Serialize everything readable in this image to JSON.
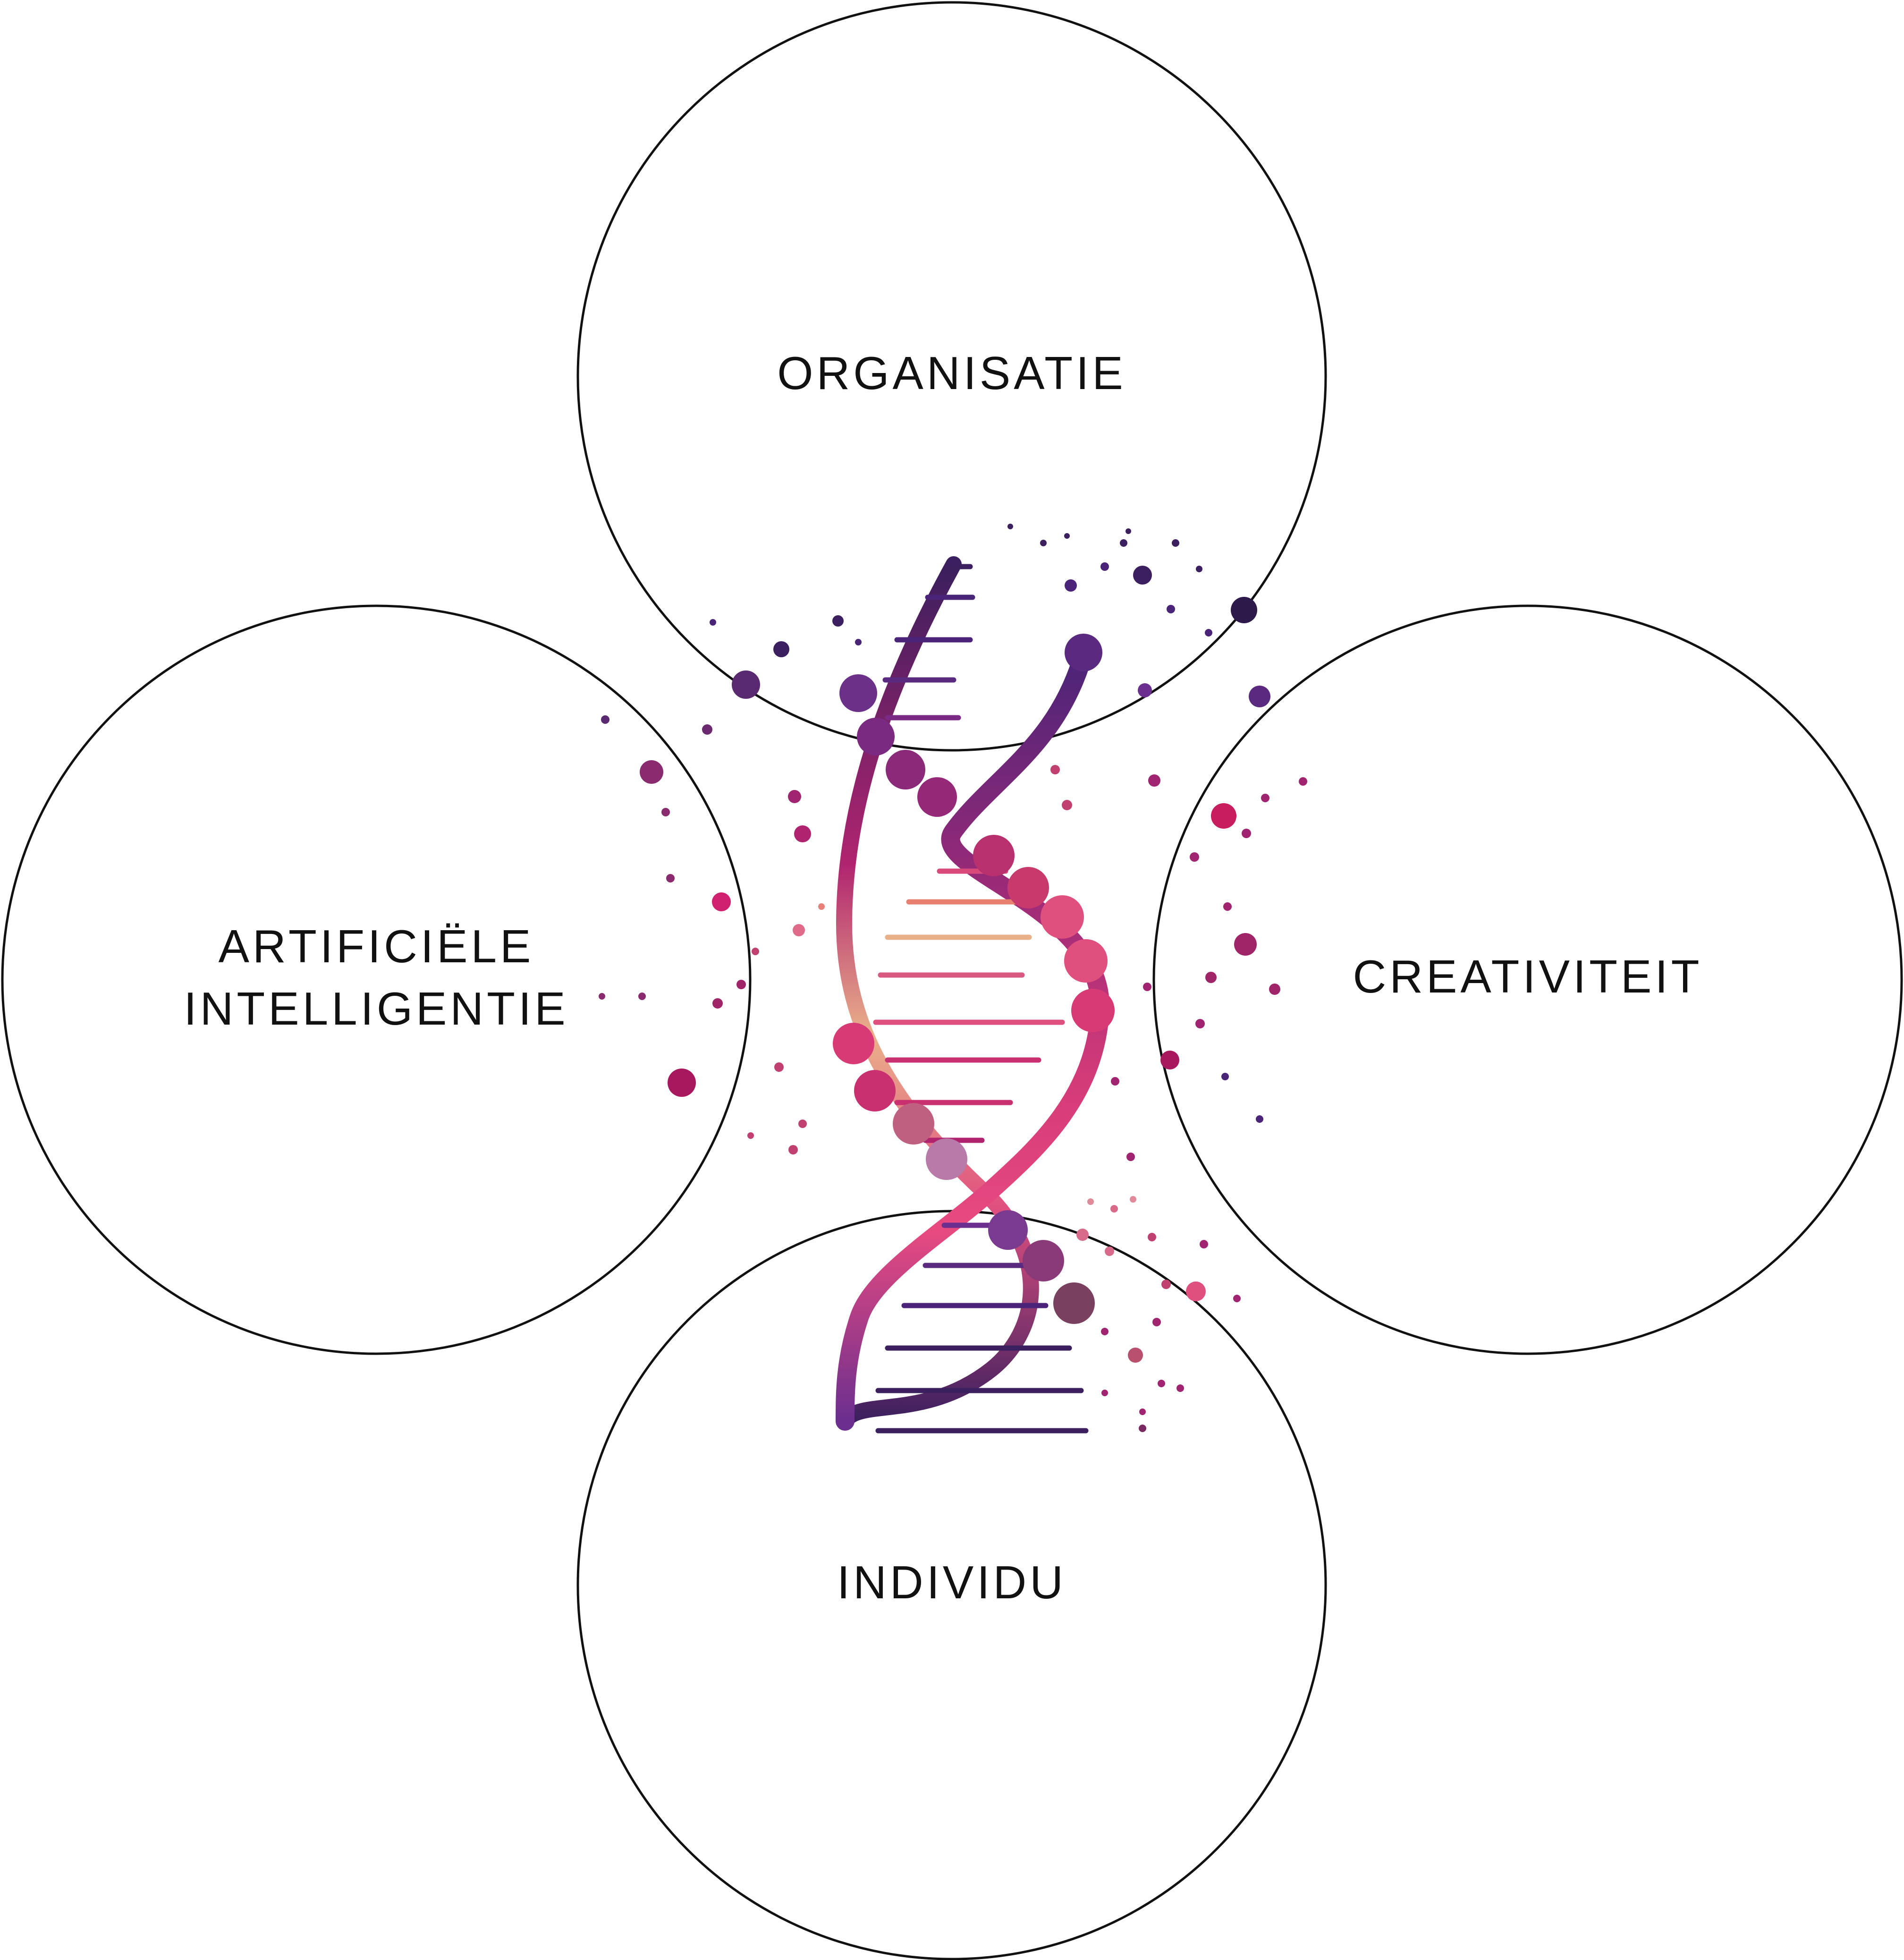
{
  "diagram": {
    "labels": {
      "top": "ORGANISATIE",
      "left_line1": "ARTIFICIËLE",
      "left_line2": "INTELLIGENTIE",
      "right": "CREATIVITEIT",
      "bottom": "INDIVIDU"
    },
    "colors": {
      "outline": "#111111",
      "dna_dark_purple": "#3b1f5e",
      "dna_purple": "#6b2f8f",
      "dna_magenta": "#b0246f",
      "dna_pink": "#e0507f",
      "dna_peach": "#eab08a"
    },
    "illustration": "dna-double-helix"
  }
}
